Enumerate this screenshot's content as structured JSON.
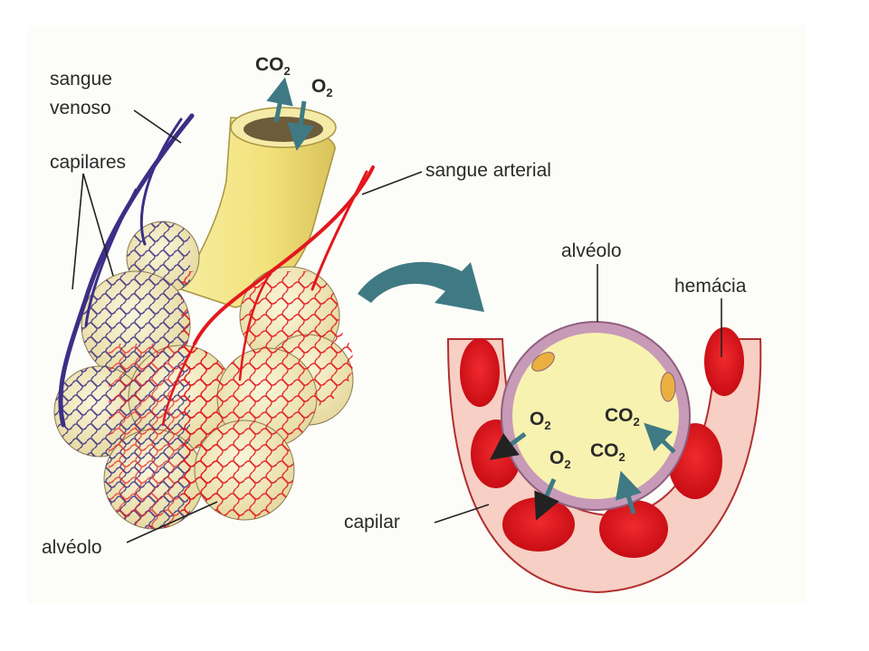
{
  "labels": {
    "venous_line1": "sangue",
    "venous_line2": "venoso",
    "capillaries": "capilares",
    "arterial": "sangue arterial",
    "alveolus_left": "alvéolo",
    "alveolus_right": "alvéolo",
    "red_cell": "hemácia",
    "capillary": "capilar"
  },
  "gases": {
    "co2_base": "CO",
    "o2_base": "O",
    "subscript": "2"
  },
  "colors": {
    "venous": "#3b2f86",
    "arterial": "#e3171d",
    "alveolus_fill": "#f6f0be",
    "bronchiole": "#f3e48c",
    "blood": "#e8121a",
    "arrow": "#3f7a84",
    "membrane": "#b77c9e"
  }
}
